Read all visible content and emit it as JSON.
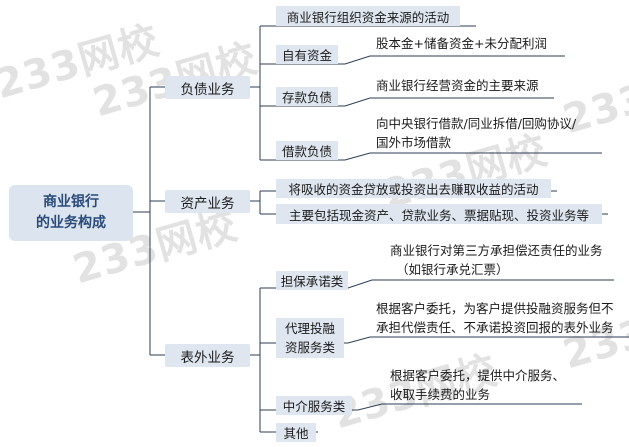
{
  "watermark": "233网校",
  "root": {
    "line1": "商业银行",
    "line2": "的业务构成"
  },
  "liabilities": {
    "label": "负债业务",
    "source_note": "商业银行组织资金来源的活动",
    "own_funds": {
      "label": "自有资金",
      "desc": "股本金+储备资金+未分配利润"
    },
    "deposits": {
      "label": "存款负债",
      "desc": "商业银行经营资金的主要来源"
    },
    "borrowings": {
      "label": "借款负债",
      "desc_line1": "向中央银行借款/同业拆借/回购协议/",
      "desc_line2": "国外市场借款"
    }
  },
  "assets": {
    "label": "资产业务",
    "desc1": "将吸收的资金贷放或投资出去赚取收益的活动",
    "desc2": "主要包括现金资产、贷款业务、票据贴现、投资业务等"
  },
  "off_balance": {
    "label": "表外业务",
    "guarantee": {
      "label": "担保承诺类",
      "desc_line1": "商业银行对第三方承担偿还责任的业务",
      "desc_line2": "（如银行承兑汇票）"
    },
    "agency": {
      "label_line1": "代理投融",
      "label_line2": "资服务类",
      "desc_line1": "根据客户委托，为客户提供投融资服务但不",
      "desc_line2": "承担代偿责任、不承诺投资回报的表外业务"
    },
    "intermediary": {
      "label": "中介服务类",
      "desc_line1": "根据客户委托，提供中介服务、",
      "desc_line2": "收取手续费的业务"
    },
    "other": {
      "label": "其他"
    }
  }
}
